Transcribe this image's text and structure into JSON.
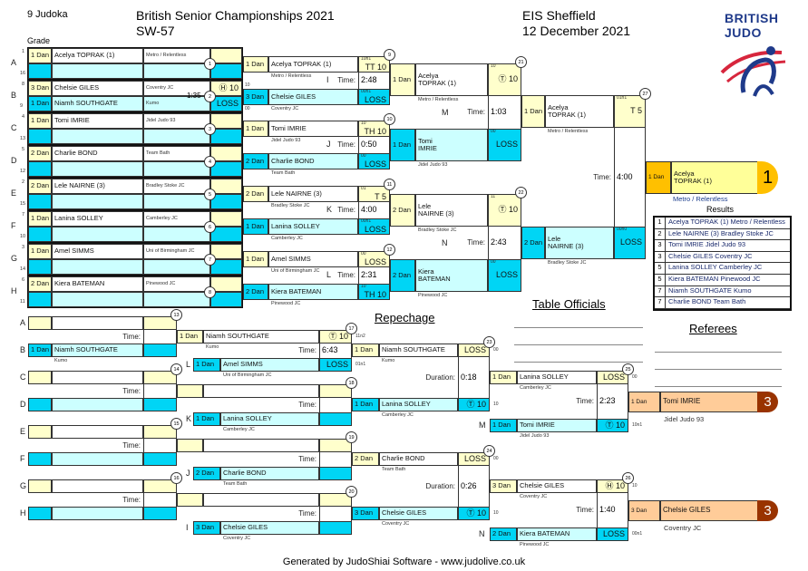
{
  "header": {
    "judoka_count": "9 Judoka",
    "title": "British Senior Championships 2021",
    "category": "SW-57",
    "venue": "EIS Sheffield",
    "date": "12 December 2021",
    "logo_text": [
      "BRITISH",
      "JUDO"
    ],
    "grade_label": "Grade"
  },
  "colors": {
    "yellow": "#ffffcc",
    "cyan": "#00d5f5",
    "light_cyan": "#ccffff",
    "gold": "#ffc000",
    "bronze": "#993300",
    "peach": "#ffcc99"
  },
  "pool": {
    "rows": [
      {
        "letter": "A",
        "seeds": [
          "1",
          "16"
        ],
        "match": "1",
        "time": "",
        "top": {
          "grade": "1 Dan",
          "name": "Acelya TOPRAK (1)",
          "club": "Metro / Relentless",
          "score": ""
        },
        "bottom": {
          "grade": "",
          "name": "",
          "club": "",
          "score": ""
        }
      },
      {
        "letter": "B",
        "seeds": [
          "8",
          "9"
        ],
        "match": "2",
        "time": "1:35",
        "pts": [
          "10",
          "00"
        ],
        "top": {
          "grade": "3 Dan",
          "name": "Chelsie GILES",
          "club": "Coventry JC",
          "score": "Ⓗ 10"
        },
        "bottom": {
          "grade": "1 Dan",
          "name": "Niamh SOUTHGATE",
          "club": "Kumo",
          "score": "LOSS"
        }
      },
      {
        "letter": "C",
        "seeds": [
          "4",
          "13"
        ],
        "match": "3",
        "time": "",
        "top": {
          "grade": "1 Dan",
          "name": "Tomi IMRIE",
          "club": "Jidel Judo 93",
          "score": ""
        },
        "bottom": {
          "grade": "",
          "name": "",
          "club": "",
          "score": ""
        }
      },
      {
        "letter": "D",
        "seeds": [
          "5",
          "12"
        ],
        "match": "4",
        "time": "",
        "top": {
          "grade": "2 Dan",
          "name": "Charlie BOND",
          "club": "Team Bath",
          "score": ""
        },
        "bottom": {
          "grade": "",
          "name": "",
          "club": "",
          "score": ""
        }
      },
      {
        "letter": "E",
        "seeds": [
          "2",
          "15"
        ],
        "match": "5",
        "time": "",
        "top": {
          "grade": "2 Dan",
          "name": "Lele NAIRNE (3)",
          "club": "Bradley Stoke JC",
          "score": ""
        },
        "bottom": {
          "grade": "",
          "name": "",
          "club": "",
          "score": ""
        }
      },
      {
        "letter": "F",
        "seeds": [
          "7",
          "10"
        ],
        "match": "6",
        "time": "",
        "top": {
          "grade": "1 Dan",
          "name": "Lanina SOLLEY",
          "club": "Camberley JC",
          "score": ""
        },
        "bottom": {
          "grade": "",
          "name": "",
          "club": "",
          "score": ""
        }
      },
      {
        "letter": "G",
        "seeds": [
          "3",
          "14"
        ],
        "match": "7",
        "time": "",
        "top": {
          "grade": "1 Dan",
          "name": "Amel SIMMS",
          "club": "Uni of Birmingham JC",
          "score": ""
        },
        "bottom": {
          "grade": "",
          "name": "",
          "club": "",
          "score": ""
        }
      },
      {
        "letter": "H",
        "seeds": [
          "6",
          "11"
        ],
        "match": "8",
        "time": "",
        "top": {
          "grade": "2 Dan",
          "name": "Kiera BATEMAN",
          "club": "Pinewood JC",
          "score": ""
        },
        "bottom": {
          "grade": "",
          "name": "",
          "club": "",
          "score": ""
        }
      }
    ]
  },
  "round2": [
    {
      "match": "9",
      "letter": "I",
      "time_label": "Time:",
      "time": "2:48",
      "top": {
        "grade": "1 Dan",
        "name": "Acelya TOPRAK (1)",
        "club": "Metro / Relentless",
        "score": "TT 10",
        "pts": "10n1"
      },
      "bottom": {
        "grade": "3 Dan",
        "name": "Chelsie GILES",
        "club": "Coventry JC",
        "score": "LOSS",
        "pts": "00n1"
      }
    },
    {
      "match": "10",
      "letter": "J",
      "time_label": "Time:",
      "time": "0:50",
      "top": {
        "grade": "1 Dan",
        "name": "Tomi IMRIE",
        "club": "Jidel Judo 93",
        "score": "TH 10",
        "pts": "10"
      },
      "bottom": {
        "grade": "2 Dan",
        "name": "Charlie BOND",
        "club": "Team Bath",
        "score": "LOSS",
        "pts": "00"
      }
    },
    {
      "match": "11",
      "letter": "K",
      "time_label": "Time:",
      "time": "4:00",
      "top": {
        "grade": "2 Dan",
        "name": "Lele NAIRNE (3)",
        "club": "Bradley Stoke JC",
        "score": "T 5",
        "pts": "01"
      },
      "bottom": {
        "grade": "1 Dan",
        "name": "Lanina SOLLEY",
        "club": "Camberley JC",
        "score": "LOSS",
        "pts": "00n1"
      }
    },
    {
      "match": "12",
      "letter": "L",
      "time_label": "Time:",
      "time": "2:31",
      "top": {
        "grade": "1 Dan",
        "name": "Amel SIMMS",
        "club": "Uni of Birmingham JC",
        "score": "LOSS",
        "pts": "00"
      },
      "bottom": {
        "grade": "2 Dan",
        "name": "Kiera BATEMAN",
        "club": "Pinewood JC",
        "score": "TH 10",
        "pts": "10"
      }
    }
  ],
  "round3": [
    {
      "match": "21",
      "letter": "M",
      "time_label": "Time:",
      "time": "1:03",
      "top": {
        "grade": "1 Dan",
        "name_lines": [
          "Acelya",
          "TOPRAK (1)"
        ],
        "club": "Metro / Relentless",
        "score": "Ⓣ 10",
        "pts": "10"
      },
      "bottom": {
        "grade": "1 Dan",
        "name_lines": [
          "Tomi",
          "IMRIE"
        ],
        "club": "Jidel Judo 93",
        "score": "LOSS",
        "pts": "00"
      }
    },
    {
      "match": "22",
      "letter": "N",
      "time_label": "Time:",
      "time": "2:43",
      "top": {
        "grade": "2 Dan",
        "name_lines": [
          "Lele",
          "NAIRNE (3)"
        ],
        "club": "Bradley Stoke JC",
        "score": "Ⓣ 10",
        "pts": "11"
      },
      "bottom": {
        "grade": "2 Dan",
        "name_lines": [
          "Kiera",
          "BATEMAN"
        ],
        "club": "Pinewood JC",
        "score": "LOSS",
        "pts": "00"
      }
    }
  ],
  "final": {
    "match": "27",
    "letter": "",
    "time_label": "Time:",
    "time": "4:00",
    "top": {
      "grade": "1 Dan",
      "name_lines": [
        "Acelya",
        "TOPRAK (1)"
      ],
      "club": "Metro / Relentless",
      "score": "T 5",
      "pts": "01n1"
    },
    "bottom": {
      "grade": "2 Dan",
      "name_lines": [
        "Lele",
        "NAIRNE (3)"
      ],
      "club": "Bradley Stoke JC",
      "score": "LOSS",
      "pts": "00n0"
    }
  },
  "winner": {
    "grade": "1 Dan",
    "name_lines": [
      "Acelya",
      "TOPRAK (1)"
    ],
    "club": "Metro / Relentless",
    "place": "1"
  },
  "results": {
    "title": "Results",
    "rows": [
      {
        "place": "1",
        "text": "Acelya TOPRAK (1) Metro / Relentless"
      },
      {
        "place": "2",
        "text": "Lele NAIRNE (3) Bradley Stoke JC"
      },
      {
        "place": "3",
        "text": "Tomi IMRIE Jidel Judo 93"
      },
      {
        "place": "3",
        "text": "Chelsie GILES Coventry JC"
      },
      {
        "place": "5",
        "text": "Lanina SOLLEY Camberley JC"
      },
      {
        "place": "5",
        "text": "Kiera BATEMAN Pinewood JC"
      },
      {
        "place": "7",
        "text": "Niamh SOUTHGATE Kumo"
      },
      {
        "place": "7",
        "text": "Charlie BOND Team Bath"
      }
    ]
  },
  "table_officials_label": "Table Officials",
  "referees_label": "Referees",
  "repechage_label": "Repechage",
  "rep1": [
    {
      "match": "13",
      "letters": [
        "A",
        "B"
      ],
      "time_label": "Time:",
      "time": "",
      "top": {
        "grade": "",
        "name": "",
        "club": "",
        "score": ""
      },
      "bottom": {
        "grade": "1 Dan",
        "name": "Niamh SOUTHGATE",
        "club": "Kumo",
        "score": ""
      }
    },
    {
      "match": "14",
      "letters": [
        "C",
        "D"
      ],
      "time_label": "Time:",
      "time": "",
      "top": {
        "grade": "",
        "name": "",
        "club": "",
        "score": ""
      },
      "bottom": {
        "grade": "",
        "name": "",
        "club": "",
        "score": ""
      }
    },
    {
      "match": "15",
      "letters": [
        "E",
        "F"
      ],
      "time_label": "Time:",
      "time": "",
      "top": {
        "grade": "",
        "name": "",
        "club": "",
        "score": ""
      },
      "bottom": {
        "grade": "",
        "name": "",
        "club": "",
        "score": ""
      }
    },
    {
      "match": "16",
      "letters": [
        "G",
        "H"
      ],
      "time_label": "Time:",
      "time": "",
      "top": {
        "grade": "",
        "name": "",
        "club": "",
        "score": ""
      },
      "bottom": {
        "grade": "",
        "name": "",
        "club": "",
        "score": ""
      }
    }
  ],
  "rep2": [
    {
      "match": "17",
      "letter": "L",
      "time_label": "Time:",
      "time": "6:43",
      "top": {
        "grade": "1 Dan",
        "name": "Niamh SOUTHGATE",
        "club": "Kumo",
        "score": "Ⓣ 10",
        "pts": "11n2"
      },
      "bottom": {
        "grade": "1 Dan",
        "name": "Amel SIMMS",
        "club": "Uni of Birmingham JC",
        "score": "LOSS",
        "pts": "01n1"
      }
    },
    {
      "match": "18",
      "letter": "K",
      "time_label": "Time:",
      "time": "",
      "top": {
        "grade": "",
        "name": "",
        "club": "",
        "score": "",
        "pts": ""
      },
      "bottom": {
        "grade": "1 Dan",
        "name": "Lanina SOLLEY",
        "club": "Camberley JC",
        "score": "",
        "pts": ""
      }
    },
    {
      "match": "19",
      "letter": "J",
      "time_label": "Time:",
      "time": "",
      "top": {
        "grade": "",
        "name": "",
        "club": "",
        "score": "",
        "pts": ""
      },
      "bottom": {
        "grade": "2 Dan",
        "name": "Charlie BOND",
        "club": "Team Bath",
        "score": "",
        "pts": ""
      }
    },
    {
      "match": "20",
      "letter": "I",
      "time_label": "Time:",
      "time": "",
      "top": {
        "grade": "",
        "name": "",
        "club": "",
        "score": "",
        "pts": ""
      },
      "bottom": {
        "grade": "3 Dan",
        "name": "Chelsie GILES",
        "club": "Coventry JC",
        "score": "",
        "pts": ""
      }
    }
  ],
  "rep3": [
    {
      "match": "23",
      "letter": "",
      "time_label": "Duration:",
      "time": "0:18",
      "top": {
        "grade": "1 Dan",
        "name": "Niamh SOUTHGATE",
        "club": "Kumo",
        "score": "LOSS",
        "pts": "00"
      },
      "bottom": {
        "grade": "1 Dan",
        "name": "Lanina SOLLEY",
        "club": "Camberley JC",
        "score": "Ⓣ 10",
        "pts": "10"
      }
    },
    {
      "match": "24",
      "letter": "",
      "time_label": "Duration:",
      "time": "0:26",
      "top": {
        "grade": "2 Dan",
        "name": "Charlie BOND",
        "club": "Team Bath",
        "score": "LOSS",
        "pts": "00"
      },
      "bottom": {
        "grade": "3 Dan",
        "name": "Chelsie GILES",
        "club": "Coventry JC",
        "score": "Ⓣ 10",
        "pts": "10"
      }
    }
  ],
  "bronze": [
    {
      "match": "25",
      "letter": "M",
      "time_label": "Time:",
      "time": "2:23",
      "top": {
        "grade": "1 Dan",
        "name": "Lanina SOLLEY",
        "club": "Camberley JC",
        "score": "LOSS",
        "pts": "00"
      },
      "bottom": {
        "grade": "1 Dan",
        "name": "Tomi IMRIE",
        "club": "Jidel Judo 93",
        "score": "Ⓣ 10",
        "pts": "10n1"
      }
    },
    {
      "match": "26",
      "letter": "N",
      "time_label": "Time:",
      "time": "1:40",
      "top": {
        "grade": "3 Dan",
        "name": "Chelsie GILES",
        "club": "Coventry JC",
        "score": "Ⓗ 10",
        "pts": "10"
      },
      "bottom": {
        "grade": "2 Dan",
        "name": "Kiera BATEMAN",
        "club": "Pinewood JC",
        "score": "LOSS",
        "pts": "00n1"
      }
    }
  ],
  "bronze_results": [
    {
      "grade": "1 Dan",
      "name": "Tomi IMRIE",
      "club": "Jidel Judo 93",
      "place": "3"
    },
    {
      "grade": "3 Dan",
      "name": "Chelsie GILES",
      "club": "Coventry JC",
      "place": "3"
    }
  ],
  "footer": "Generated by JudoShiai Software - www.judolive.co.uk"
}
